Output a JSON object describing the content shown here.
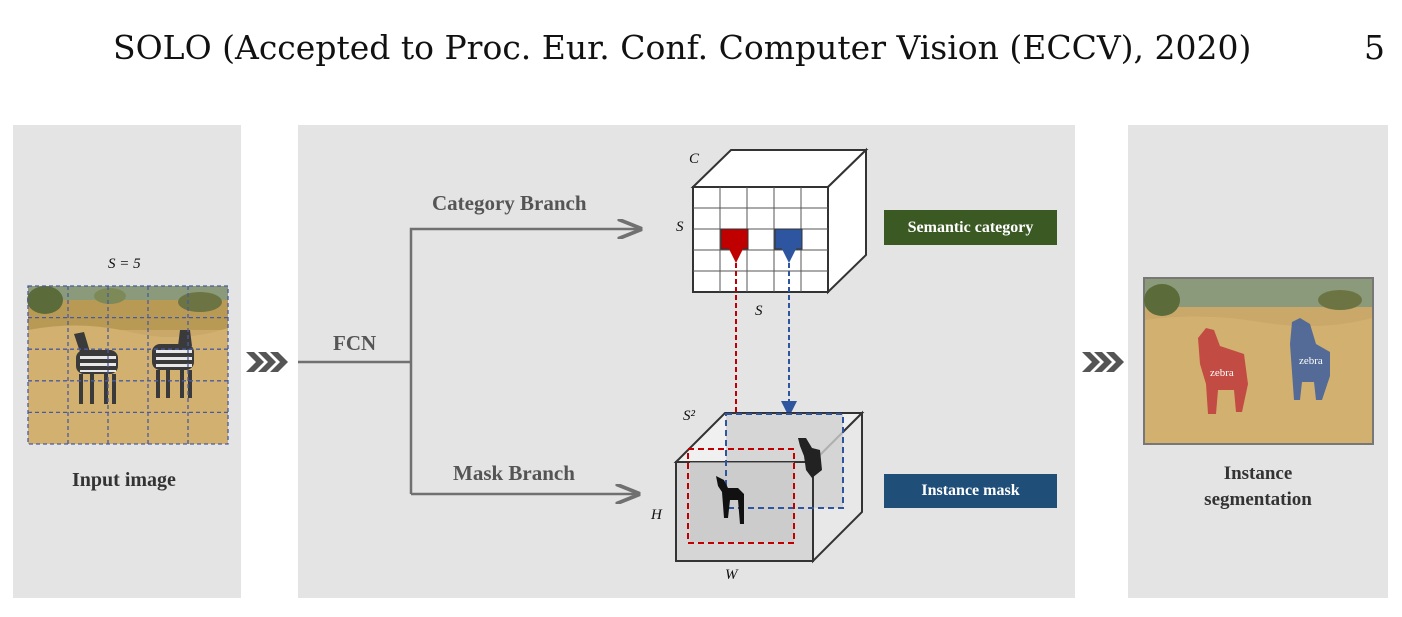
{
  "header": {
    "title": "SOLO (Accepted to Proc. Eur. Conf. Computer Vision (ECCV), 2020)",
    "page_number": "5"
  },
  "input_panel": {
    "grid_label": "S = 5",
    "caption": "Input image"
  },
  "fcn_panel": {
    "fcn_label": "FCN",
    "category_branch": "Category Branch",
    "mask_branch": "Mask Branch",
    "cube_top_labels": {
      "c": "C",
      "s_left": "S",
      "s_bottom": "S"
    },
    "cube_bottom_labels": {
      "s2": "S²",
      "h": "H",
      "w": "W"
    },
    "semantic_tag": "Semantic category",
    "instance_tag": "Instance mask"
  },
  "output_panel": {
    "caption_line1": "Instance",
    "caption_line2": "segmentation",
    "mask_labels": [
      "zebra",
      "zebra"
    ]
  },
  "colors": {
    "panel_bg": "#e4e4e4",
    "red_cell": "#c00000",
    "blue_cell": "#2e55a0",
    "semantic_tag": "#3b5a23",
    "instance_tag": "#1f4e79",
    "arrow_gray": "#707070"
  }
}
